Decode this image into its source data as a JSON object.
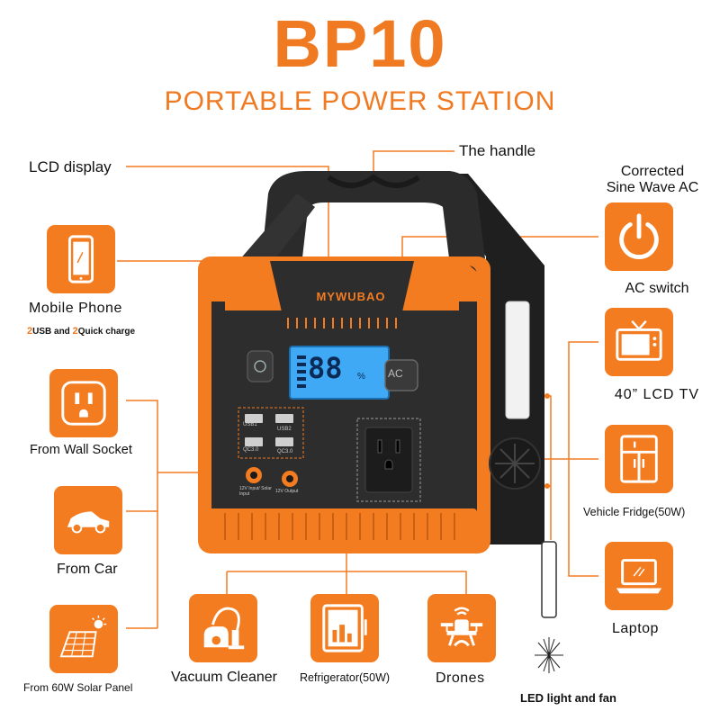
{
  "header": {
    "title": "BP10",
    "subtitle": "PORTABLE POWER STATION"
  },
  "device": {
    "brand": "MYWUBAO",
    "lcd_reading": "88",
    "lcd_unit": "%",
    "ac_button_label": "AC",
    "usb_labels": [
      "USB1",
      "USB2",
      "QC3.0",
      "QC3.0"
    ],
    "dc_labels": [
      "12V Input/ Solar Input",
      "12V Output"
    ]
  },
  "callouts": {
    "lcd_display": "LCD display",
    "handle": "The handle",
    "ac_wave": "Corrected\nSine Wave AC",
    "ac_switch": "AC switch",
    "led": "LED light and fan"
  },
  "left_items": {
    "phone": "Mobile Phone",
    "phone_note_num1": "2",
    "phone_note_text1": "USB and ",
    "phone_note_num2": "2",
    "phone_note_text2": "Quick charge",
    "wall": "From Wall Socket",
    "car": "From Car",
    "solar": "From 60W Solar Panel"
  },
  "right_items": {
    "tv": "40”  LCD TV",
    "fridge": "Vehicle Fridge(50W)",
    "laptop": "Laptop"
  },
  "bottom_items": {
    "vacuum": "Vacuum Cleaner",
    "refrigerator": "Refrigerator(50W)",
    "drones": "Drones"
  },
  "colors": {
    "accent": "#f47c20",
    "device_body": "#2a2a2a",
    "lcd": "#3fa9f5"
  },
  "icons": [
    "phone-icon",
    "wall-socket-icon",
    "car-icon",
    "solar-panel-icon",
    "power-icon",
    "tv-icon",
    "fridge-icon",
    "laptop-icon",
    "vacuum-icon",
    "refrigerator-icon",
    "drone-icon"
  ]
}
